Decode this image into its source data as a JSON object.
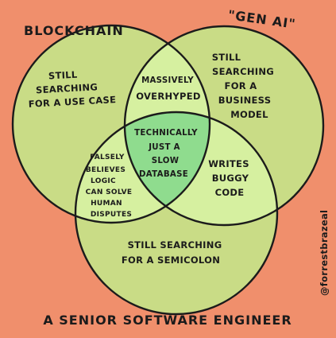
{
  "sets": {
    "blockchain": "BLOCKCHAIN",
    "gen_ai": "\"GEN AI\"",
    "senior_engineer": "A SENIOR SOFTWARE ENGINEER"
  },
  "regions": {
    "blockchain_only": [
      "STILL",
      "SEARCHING",
      "FOR A USE CASE"
    ],
    "gen_ai_only": [
      "STILL",
      "SEARCHING",
      "FOR A",
      "BUSINESS",
      "MODEL"
    ],
    "blockchain_gen_ai": [
      "MASSIVELY",
      "OVERHYPED"
    ],
    "blockchain_engineer": [
      "FALSELY",
      "BELIEVES",
      "LOGIC",
      "CAN SOLVE",
      "HUMAN",
      "DISPUTES"
    ],
    "gen_ai_engineer": [
      "WRITES",
      "BUGGY",
      "CODE"
    ],
    "all_three": [
      "TECHNICALLY",
      "JUST A",
      "SLOW",
      "DATABASE"
    ],
    "engineer_only": [
      "STILL SEARCHING",
      "FOR A SEMICOLON"
    ]
  },
  "credit": "@forrestbrazeal",
  "colors": {
    "background": "#f08f6c",
    "single": "#c9dc86",
    "double": "#d6f0a0",
    "triple": "#8fdc8e",
    "outline": "#1b1b1b"
  }
}
